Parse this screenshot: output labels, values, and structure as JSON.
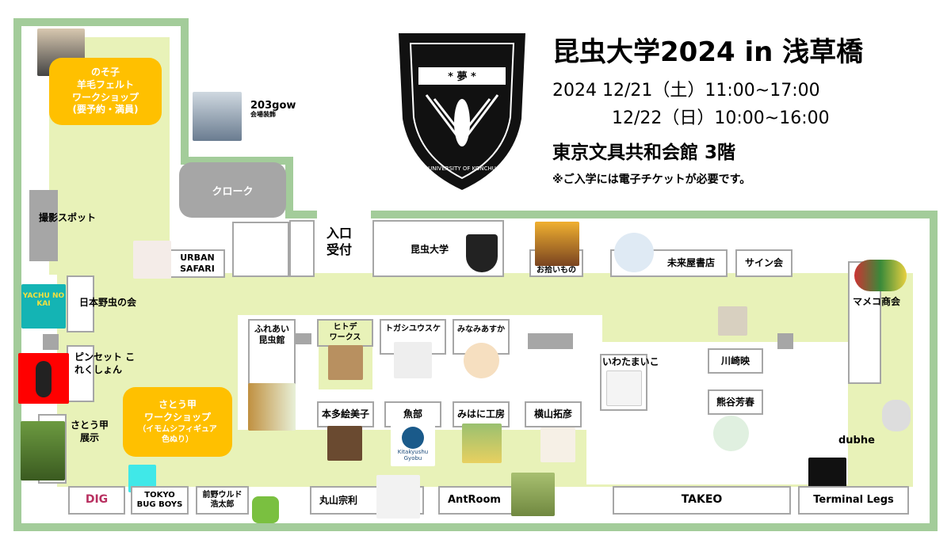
{
  "header": {
    "title": "昆虫大学2024 in 浅草橋",
    "date1": "2024 12/21（土）11:00~17:00",
    "date2": "12/22（日）10:00~16:00",
    "venue": "東京文具共和会館 3階",
    "notice": "※ご入学には電子チケットが必要です。",
    "logo_text": "UNIVERSITY OF KONCHU"
  },
  "colors": {
    "wall": "#a3cc9a",
    "floor": "#e8f2b8",
    "workshop": "#ffc000",
    "fixture": "#a6a6a6"
  },
  "facilities": {
    "cloak": "クローク",
    "photo_spot": "撮影スポット",
    "entrance_line1": "入口",
    "entrance_line2": "受付"
  },
  "workshops": [
    {
      "lines": [
        "のそ子",
        "羊毛フェルト",
        "ワークショップ",
        "(要予約・満員)"
      ]
    },
    {
      "lines": [
        "さとう甲",
        "ワークショップ",
        "（イモムシフィギュア",
        "色ぬり）"
      ]
    }
  ],
  "booths": {
    "gow": {
      "name": "203gow",
      "sub": "会場装飾"
    },
    "urban": "URBAN SAFARI",
    "konchu": "昆虫大学",
    "ohiroi": "お拾いもの",
    "mirai": "未来屋書店",
    "sign": "サイン会",
    "mameko": "マメコ商会",
    "yachu": "日本野虫の会",
    "yachu_logo": "YACHU NO KAI",
    "pinset": "ピンセット これくしょん",
    "sato_ten": "さとう甲 展示",
    "fureai": "ふれあい 昆虫館",
    "hitode": "ヒトデ ワークス",
    "togashi": "トガシユウスケ",
    "minami": "みなみあすか",
    "iwata": "いわたまいこ",
    "kawasaki": "川崎映",
    "kumagai": "熊谷芳春",
    "honda": "本多絵美子",
    "gyobu": "魚部",
    "gyobu_logo": "Kitakyushu Gyobu",
    "mihani": "みはに工房",
    "yokoyama": "横山拓彦",
    "dig": "DIG",
    "tbb": "TOKYO BUG BOYS",
    "maeno": "前野ウルド 浩太郎",
    "maruyama": "丸山宗利",
    "antroom": "AntRoom",
    "takeo": "TAKEO",
    "terminal": "Terminal Legs",
    "dubhe": "dubhe"
  }
}
